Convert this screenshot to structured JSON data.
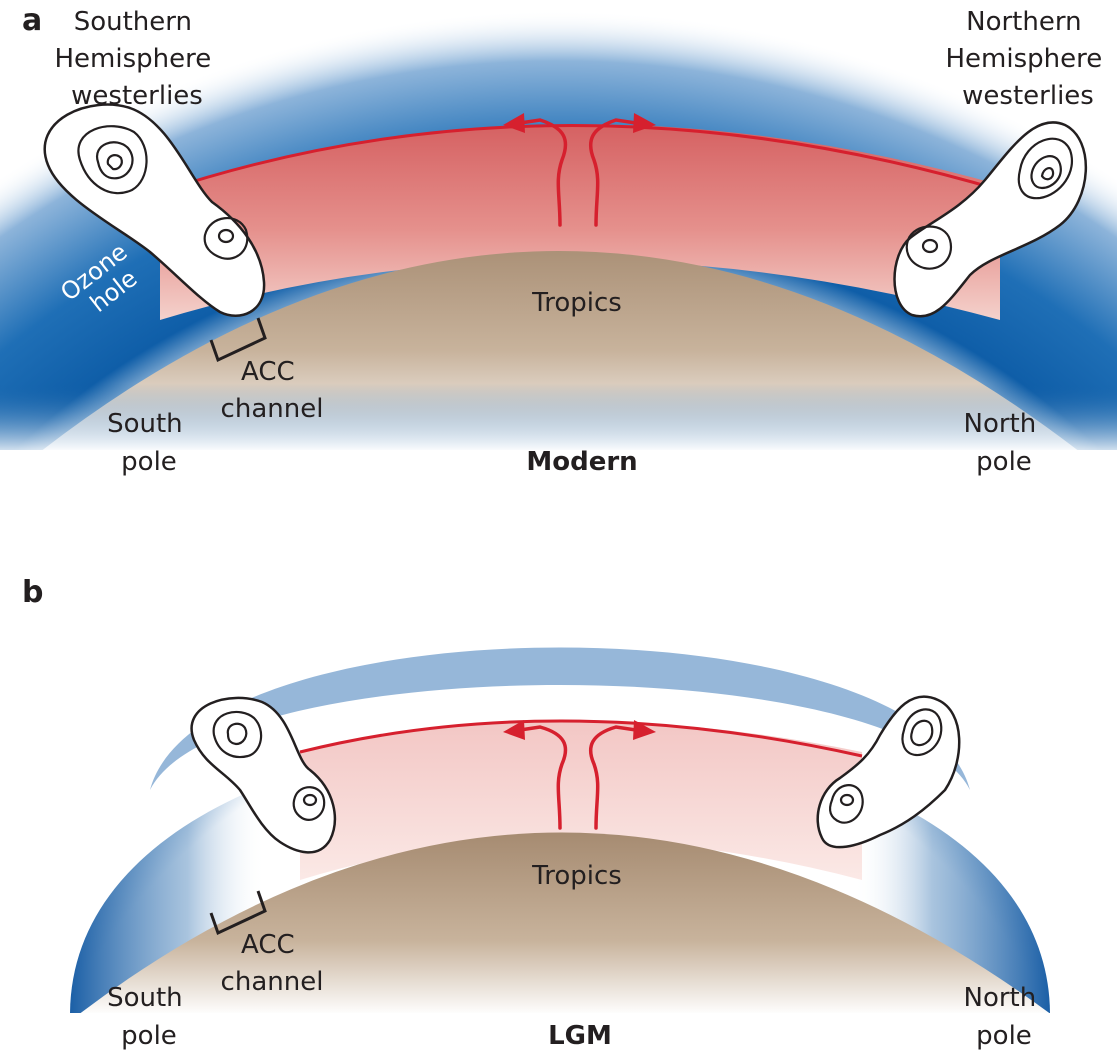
{
  "panel_a": {
    "letter": "a",
    "south_westerlies": [
      "Southern",
      "Hemisphere",
      "westerlies"
    ],
    "north_westerlies": [
      "Northern",
      "Hemisphere",
      "westerlies"
    ],
    "ozone_hole": [
      "Ozone",
      "hole"
    ],
    "acc": [
      "ACC",
      "channel"
    ],
    "tropics": "Tropics",
    "south_pole": [
      "South",
      "pole"
    ],
    "north_pole": [
      "North",
      "pole"
    ],
    "caption": "Modern"
  },
  "panel_b": {
    "letter": "b",
    "acc": [
      "ACC",
      "channel"
    ],
    "tropics": "Tropics",
    "south_pole": [
      "South",
      "pole"
    ],
    "north_pole": [
      "North",
      "pole"
    ],
    "caption": "LGM"
  },
  "colors": {
    "stratosphere_blue": "#0f5ea8",
    "troposphere_red": "#d6202e",
    "earth_brown": "#a98d73"
  }
}
